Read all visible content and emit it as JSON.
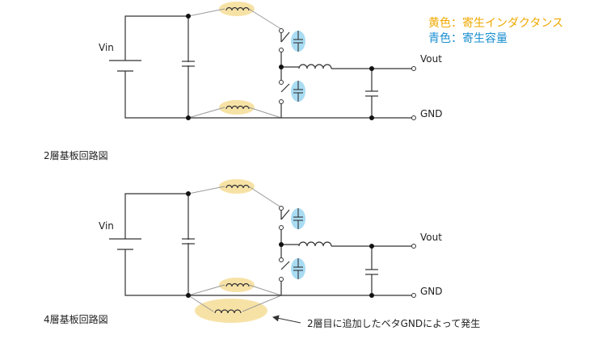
{
  "legend": {
    "yellow_label": "黄色：寄生インダクタンス",
    "blue_label": "青色：寄生容量"
  },
  "top_circuit": {
    "vin": "Vin",
    "vout": "Vout",
    "gnd": "GND",
    "caption": "2層基板回路図"
  },
  "bottom_circuit": {
    "vin": "Vin",
    "vout": "Vout",
    "gnd": "GND",
    "caption": "4層基板回路図",
    "annotation": "2層目に追加したベタGNDによって発生"
  },
  "colors": {
    "parasitic_inductance": "#f7e2a6",
    "parasitic_capacitance": "#a9dcf3",
    "legend_yellow_text": "#f0a800",
    "legend_blue_text": "#1a8fd0",
    "wire": "#333333"
  }
}
